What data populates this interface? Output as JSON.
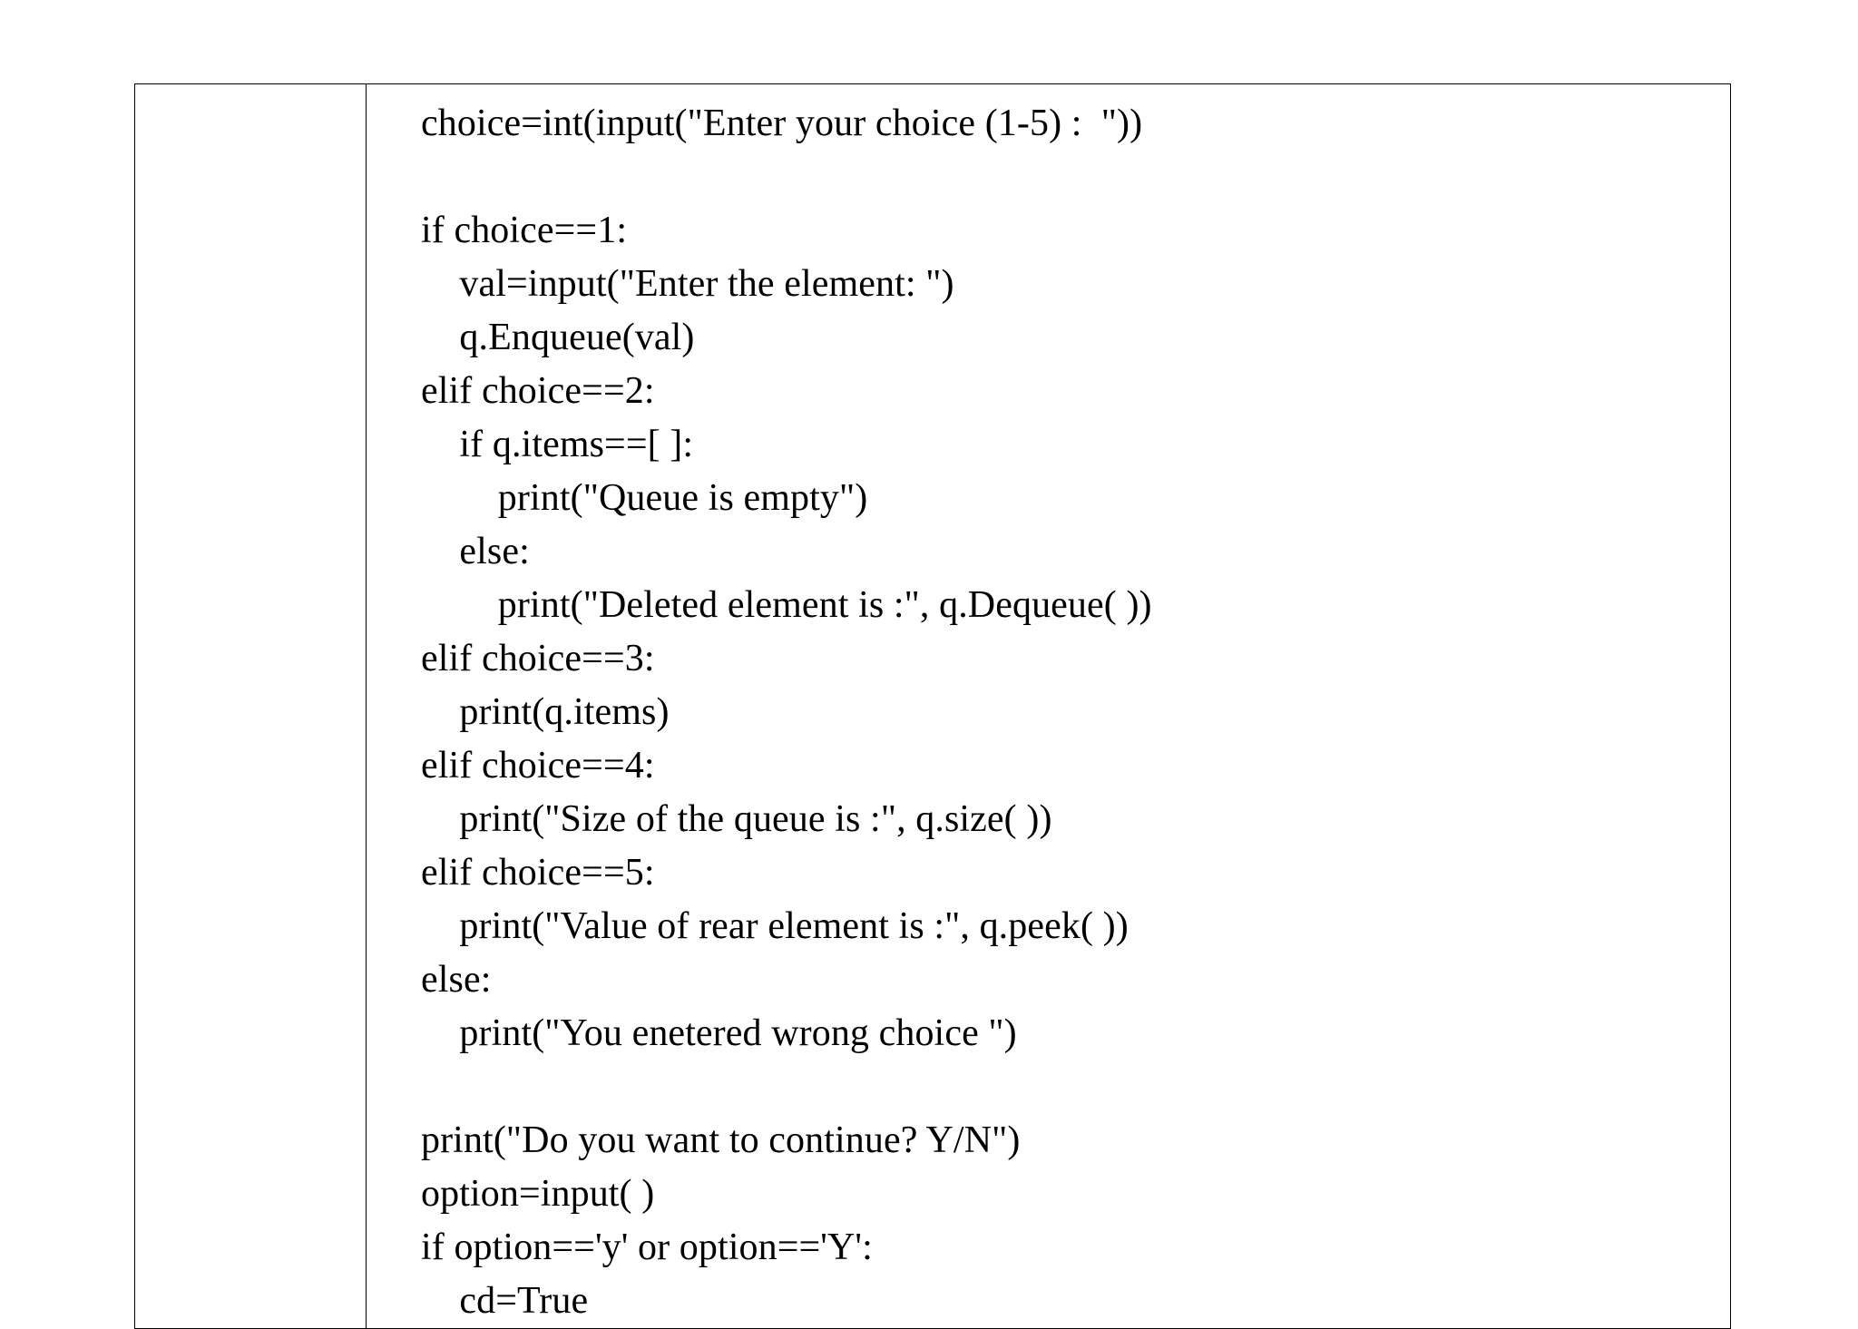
{
  "document": {
    "type": "code-listing-table",
    "background_color": "#ffffff",
    "text_color": "#000000",
    "border_color": "#000000"
  },
  "table": {
    "columns": [
      {
        "name": "label-column",
        "content": ""
      },
      {
        "name": "code-column"
      }
    ]
  },
  "code": {
    "language": "python",
    "lines": [
      {
        "text": "choice=int(input(\"Enter your choice (1-5) :  \"))"
      },
      {
        "text": " "
      },
      {
        "text": "if choice==1:"
      },
      {
        "text": "    val=input(\"Enter the element: \")"
      },
      {
        "text": "    q.Enqueue(val)"
      },
      {
        "text": "elif choice==2:"
      },
      {
        "text": "    if q.items==[ ]:"
      },
      {
        "text": "        print(\"Queue is empty\")"
      },
      {
        "text": "    else:"
      },
      {
        "text": "        print(\"Deleted element is :\", q.Dequeue( ))"
      },
      {
        "text": "elif choice==3:"
      },
      {
        "text": "    print(q.items)"
      },
      {
        "text": "elif choice==4:"
      },
      {
        "text": "    print(\"Size of the queue is :\", q.size( ))"
      },
      {
        "text": "elif choice==5:"
      },
      {
        "text": "    print(\"Value of rear element is :\", q.peek( ))"
      },
      {
        "text": "else:"
      },
      {
        "text": "    print(\"You enetered wrong choice \")"
      },
      {
        "text": " "
      },
      {
        "text": "print(\"Do you want to continue? Y/N\")"
      },
      {
        "text": "option=input( )"
      },
      {
        "text": "if option=='y' or option=='Y':"
      },
      {
        "text": "    cd=True"
      }
    ]
  }
}
